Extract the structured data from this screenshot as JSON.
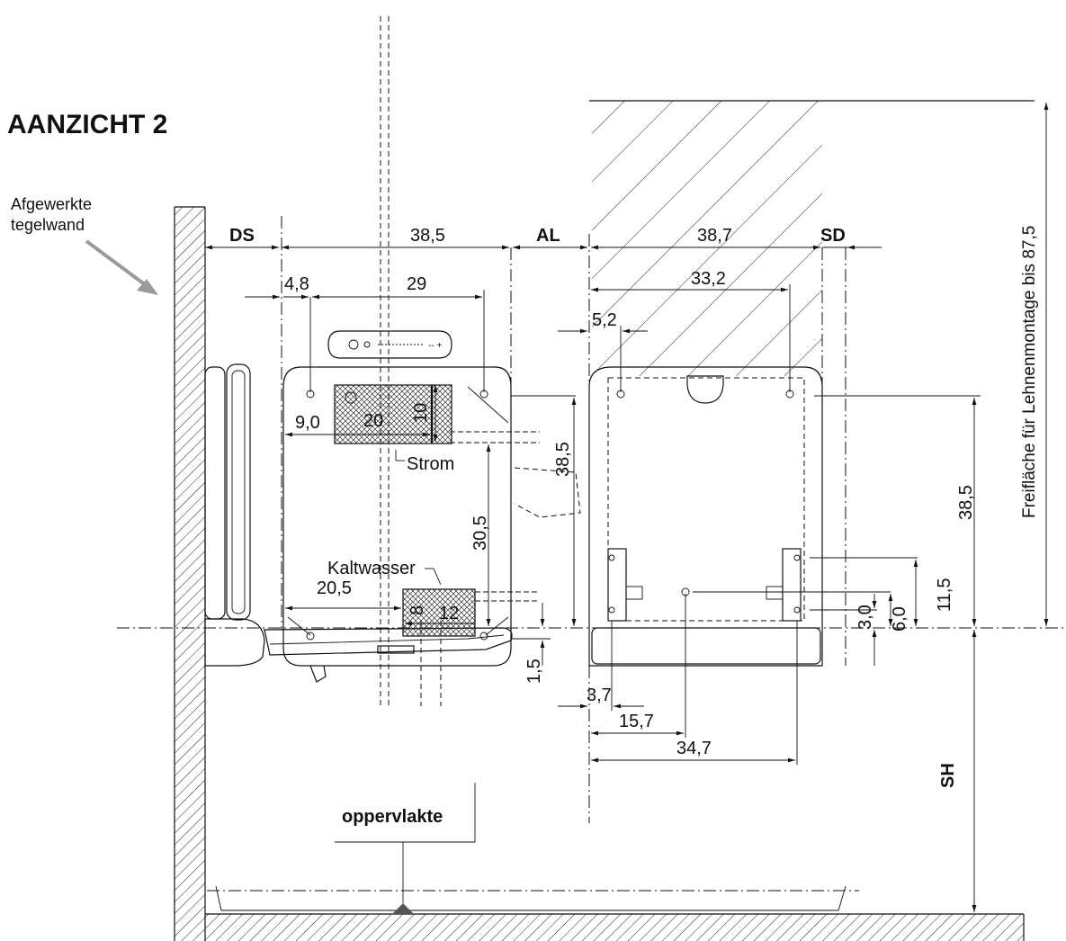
{
  "title": "AANZICHT 2",
  "labels": {
    "wall": [
      "Afgewerkte",
      "tegelwand"
    ],
    "surface": "oppervlakte",
    "strom": "Strom",
    "kaltwasser": "Kaltwasser",
    "freiflaeche": "Freifläche für Lehnenmontage bis 87,5",
    "ds": "DS",
    "al": "AL",
    "sd": "SD",
    "sh": "SH"
  },
  "dimensions": {
    "d_38_5_top": "38,5",
    "d_38_7": "38,7",
    "d_4_8": "4,8",
    "d_29": "29",
    "d_33_2": "33,2",
    "d_5_2": "5,2",
    "d_9_0": "9,0",
    "d_20": "20",
    "d_10": "10",
    "d_38_5_mid": "38,5",
    "d_30_5": "30,5",
    "d_20_5": "20,5",
    "d_8": "8",
    "d_12": "12",
    "d_1_5": "1,5",
    "d_3_7": "3,7",
    "d_15_7": "15,7",
    "d_34_7": "34,7",
    "d_3_0": "3,0",
    "d_6_0": "6,0",
    "d_11_5": "11,5",
    "d_38_5_right": "38,5"
  },
  "colors": {
    "line": "#111111",
    "arrow": "#9a9a9a",
    "hatch": "#222222"
  }
}
